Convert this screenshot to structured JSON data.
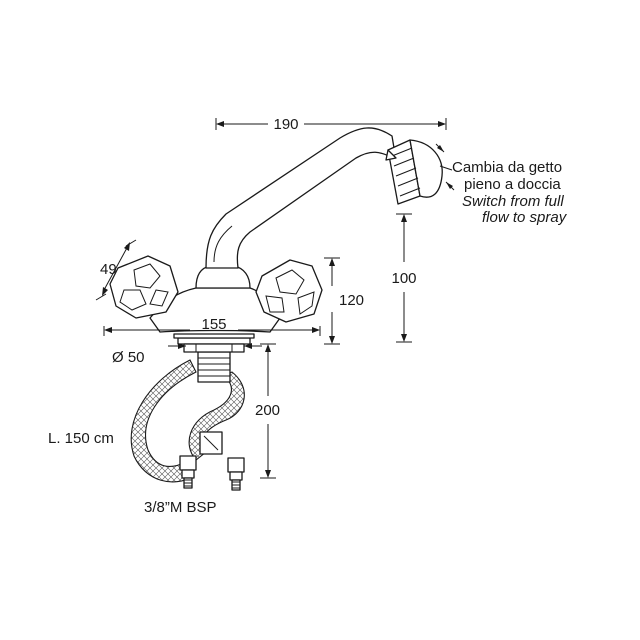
{
  "diagram": {
    "dimensions": {
      "spout_reach": "190",
      "spout_height": "100",
      "handle_size": "49",
      "body_height": "120",
      "body_width": "155",
      "base_diameter": "Ø 50",
      "hose_height": "200",
      "hose_length": "L. 150 cm",
      "connection": "3/8”M BSP"
    },
    "note": {
      "it_line1": "Cambia da getto",
      "it_line2": "pieno a doccia",
      "en_line1": "Switch from full",
      "en_line2": "flow to spray"
    }
  }
}
